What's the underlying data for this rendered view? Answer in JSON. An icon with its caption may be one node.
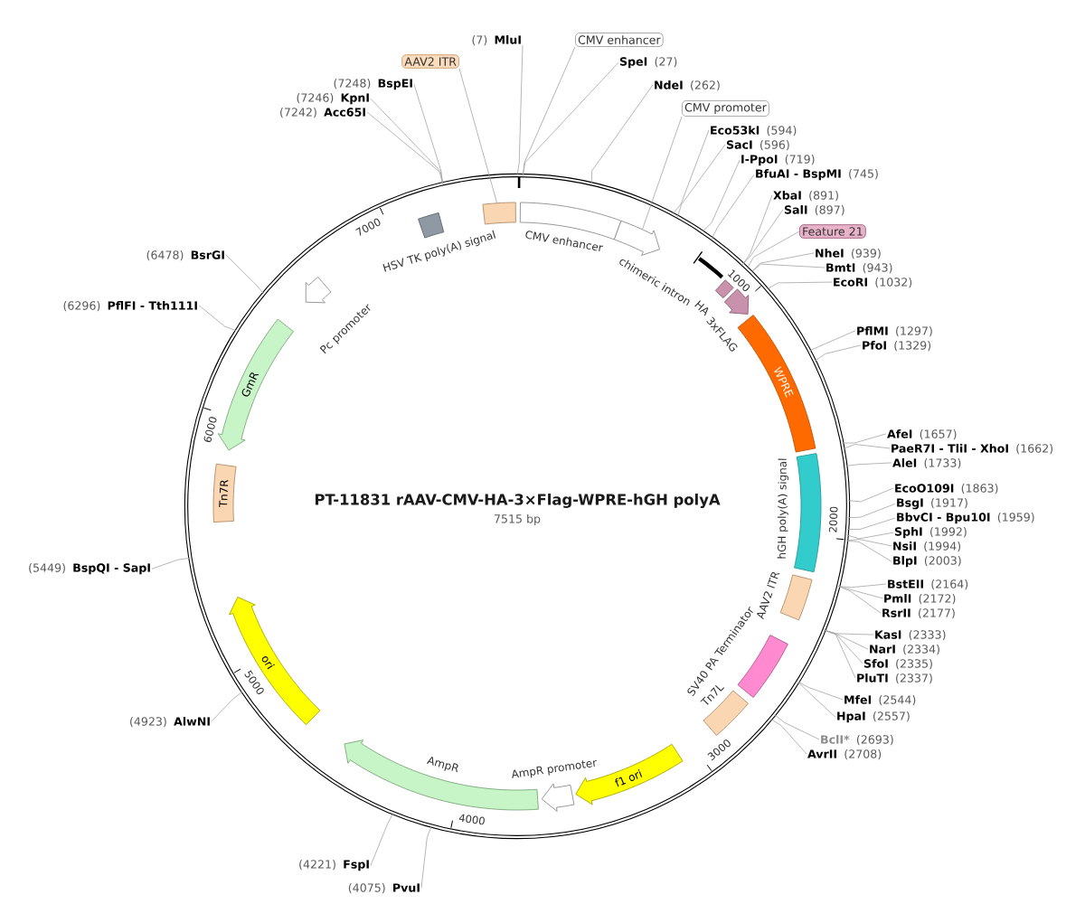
{
  "diagram": {
    "nodes": [
      {
        "text": [
          "PT-11831 rAAV-CMV-HA-3×Flag-WPRE-hGH polyA",
          "7515 bp"
        ]
      },
      {
        "text": [],
        "shape": "box",
        "in": 0
      },
      {
        "text": [
          "CMV enhancer"
        ],
        "in": 0
      },
      {
        "text": [],
        "shape": "arrow",
        "in": 0
      },
      {
        "text": [
          "chimeric intron"
        ],
        "in": 0
      },
      {
        "text": [
          "HA"
        ],
        "in": 0
      },
      {
        "text": [
          "3xFLAG"
        ],
        "in": 0
      },
      {
        "text": [
          "WPRE"
        ],
        "in": 0
      },
      {
        "text": [
          "hGH poly(A) signal"
        ],
        "in": 0
      },
      {
        "text": [
          "AAV2 ITR"
        ],
        "in": 0
      },
      {
        "text": [
          "SV40 PA Terminator"
        ],
        "in": 0
      },
      {
        "text": [
          "Tn7L"
        ],
        "in": 0
      },
      {
        "text": [
          "f1 ori"
        ],
        "in": 0
      },
      {
        "text": [
          "AmpR promoter"
        ],
        "in": 0
      },
      {
        "text": [
          "AmpR"
        ],
        "in": 0
      },
      {
        "text": [
          "ori"
        ],
        "in": 0
      },
      {
        "text": [
          "Tn7R"
        ],
        "in": 0
      },
      {
        "text": [
          "GmR"
        ],
        "in": 0
      },
      {
        "text": [
          "Pc promoter"
        ],
        "in": 0
      },
      {
        "text": [
          "HSV TK poly(A) signal"
        ],
        "in": 0
      },
      {
        "text": [
          "MluI"
        ],
        "beside": [
          "(7)"
        ]
      },
      {
        "text": [
          "CMV enhancer"
        ]
      },
      {
        "text": [
          "SpeI"
        ],
        "beside": [
          "(27)"
        ]
      },
      {
        "text": [
          "NdeI"
        ],
        "beside": [
          "(262)"
        ]
      },
      {
        "text": [
          "CMV promoter"
        ]
      },
      {
        "text": [
          "Eco53kI"
        ],
        "beside": [
          "(594)"
        ]
      },
      {
        "text": [
          "SacI"
        ],
        "beside": [
          "(596)"
        ]
      },
      {
        "text": [
          "I-PpoI"
        ],
        "beside": [
          "(719)"
        ]
      },
      {
        "text": [
          "BfuAI - BspMI"
        ],
        "beside": [
          "(745)"
        ]
      },
      {
        "text": [
          "XbaI"
        ],
        "beside": [
          "(891)"
        ]
      },
      {
        "text": [
          "SalI"
        ],
        "beside": [
          "(897)"
        ]
      },
      {
        "text": [
          "Feature 21"
        ]
      },
      {
        "text": [
          "NheI"
        ],
        "beside": [
          "(939)"
        ]
      },
      {
        "text": [
          "BmtI"
        ],
        "beside": [
          "(943)"
        ]
      },
      {
        "text": [
          "EcoRI"
        ],
        "beside": [
          "(1032)"
        ]
      },
      {
        "text": [
          "PflMI"
        ],
        "beside": [
          "(1297)"
        ]
      },
      {
        "text": [
          "PfoI"
        ],
        "beside": [
          "(1329)"
        ]
      },
      {
        "text": [
          "AfeI"
        ],
        "beside": [
          "(1657)"
        ]
      },
      {
        "text": [
          "PaeR7I - TliI - XhoI"
        ],
        "beside": [
          "(1662)"
        ]
      },
      {
        "text": [
          "AleI"
        ],
        "beside": [
          "(1733)"
        ]
      },
      {
        "text": [
          "EcoO109I"
        ],
        "beside": [
          "(1863)"
        ]
      },
      {
        "text": [
          "BsgI"
        ],
        "beside": [
          "(1917)"
        ]
      },
      {
        "text": [
          "BbvCI - Bpu10I"
        ],
        "beside": [
          "(1959)"
        ]
      },
      {
        "text": [
          "SphI"
        ],
        "beside": [
          "(1992)"
        ]
      },
      {
        "text": [
          "NsiI"
        ],
        "beside": [
          "(1994)"
        ]
      },
      {
        "text": [
          "BlpI"
        ],
        "beside": [
          "(2003)"
        ]
      },
      {
        "text": [
          "BstEII"
        ],
        "beside": [
          "(2164)"
        ]
      },
      {
        "text": [
          "PmlI"
        ],
        "beside": [
          "(2172)"
        ]
      },
      {
        "text": [
          "RsrII"
        ],
        "beside": [
          "(2177)"
        ]
      },
      {
        "text": [
          "KasI"
        ],
        "beside": [
          "(2333)"
        ]
      },
      {
        "text": [
          "NarI"
        ],
        "beside": [
          "(2334)"
        ]
      },
      {
        "text": [
          "SfoI"
        ],
        "beside": [
          "(2335)"
        ]
      },
      {
        "text": [
          "PluTI"
        ],
        "beside": [
          "(2337)"
        ]
      },
      {
        "text": [
          "MfeI"
        ],
        "beside": [
          "(2544)"
        ]
      },
      {
        "text": [
          "HpaI"
        ],
        "beside": [
          "(2557)"
        ]
      },
      {
        "text": [
          "BclI*"
        ],
        "beside": [
          "(2693)"
        ]
      },
      {
        "text": [
          "AvrII"
        ],
        "beside": [
          "(2708)"
        ]
      },
      {
        "text": [
          "PvuI"
        ],
        "beside": [
          "(4075)"
        ]
      },
      {
        "text": [
          "FspI"
        ],
        "beside": [
          "(4221)"
        ]
      },
      {
        "text": [
          "AlwNI"
        ],
        "beside": [
          "(4923)"
        ]
      },
      {
        "text": [
          "BspQI - SapI"
        ],
        "beside": [
          "(5449)"
        ]
      },
      {
        "text": [
          "PflFI - Tth111I"
        ],
        "beside": [
          "(6296)"
        ]
      },
      {
        "text": [
          "BsrGI"
        ],
        "beside": [
          "(6478)"
        ]
      },
      {
        "text": [
          "Acc65I"
        ],
        "beside": [
          "(7242)"
        ]
      },
      {
        "text": [
          "KpnI"
        ],
        "beside": [
          "(7246)"
        ]
      },
      {
        "text": [
          "BspEI"
        ],
        "beside": [
          "(7248)"
        ]
      },
      {
        "text": [
          "AAV2 ITR"
        ]
      }
    ],
    "edges": [
      {
        "from": 20,
        "to": 0,
        "arrow": "none"
      },
      {
        "from": 21,
        "to": 0,
        "arrow": "none"
      },
      {
        "from": 22,
        "to": 0,
        "arrow": "none"
      },
      {
        "from": 23,
        "to": 0,
        "arrow": "none"
      },
      {
        "from": 24,
        "to": 3,
        "arrow": "none"
      },
      {
        "from": 25,
        "to": 0,
        "arrow": "none"
      },
      {
        "from": 26,
        "to": 0,
        "arrow": "none"
      },
      {
        "from": 27,
        "to": 0,
        "arrow": "none"
      },
      {
        "from": 28,
        "to": 0,
        "arrow": "none"
      },
      {
        "from": 29,
        "to": 0,
        "arrow": "none"
      },
      {
        "from": 30,
        "to": 0,
        "arrow": "none"
      },
      {
        "from": 31,
        "to": 0,
        "arrow": "none"
      },
      {
        "from": 32,
        "to": 0,
        "arrow": "none"
      },
      {
        "from": 33,
        "to": 0,
        "arrow": "none"
      },
      {
        "from": 34,
        "to": 0,
        "arrow": "none"
      },
      {
        "from": 35,
        "to": 0,
        "arrow": "none"
      },
      {
        "from": 36,
        "to": 0,
        "arrow": "none"
      },
      {
        "from": 37,
        "to": 0,
        "arrow": "none"
      },
      {
        "from": 38,
        "to": 0,
        "arrow": "none"
      },
      {
        "from": 39,
        "to": 0,
        "arrow": "none"
      },
      {
        "from": 40,
        "to": 0,
        "arrow": "none"
      },
      {
        "from": 41,
        "to": 0,
        "arrow": "none"
      },
      {
        "from": 42,
        "to": 0,
        "arrow": "none"
      },
      {
        "from": 43,
        "to": 0,
        "arrow": "none"
      },
      {
        "from": 44,
        "to": 0,
        "arrow": "none"
      },
      {
        "from": 45,
        "to": 0,
        "arrow": "none"
      },
      {
        "from": 46,
        "to": 0,
        "arrow": "none"
      },
      {
        "from": 47,
        "to": 0,
        "arrow": "none"
      },
      {
        "from": 48,
        "to": 0,
        "arrow": "none"
      },
      {
        "from": 49,
        "to": 0,
        "arrow": "none"
      },
      {
        "from": 50,
        "to": 0,
        "arrow": "none"
      },
      {
        "from": 51,
        "to": 0,
        "arrow": "none"
      },
      {
        "from": 52,
        "to": 0,
        "arrow": "none"
      },
      {
        "from": 53,
        "to": 0,
        "arrow": "none"
      },
      {
        "from": 54,
        "to": 0,
        "arrow": "none"
      },
      {
        "from": 55,
        "to": 0,
        "arrow": "none"
      },
      {
        "from": 56,
        "to": 0,
        "arrow": "none"
      },
      {
        "from": 57,
        "to": 0,
        "arrow": "none"
      },
      {
        "from": 58,
        "to": 0,
        "arrow": "none"
      },
      {
        "from": 59,
        "to": 0,
        "arrow": "none"
      },
      {
        "from": 60,
        "to": 0,
        "arrow": "none"
      },
      {
        "from": 61,
        "to": 0,
        "arrow": "none"
      },
      {
        "from": 62,
        "to": 0,
        "arrow": "none"
      },
      {
        "from": 63,
        "to": 0,
        "arrow": "none"
      },
      {
        "from": 64,
        "to": 0,
        "arrow": "none"
      },
      {
        "from": 65,
        "to": 0,
        "arrow": "none"
      },
      {
        "from": 66,
        "to": 1,
        "arrow": "none"
      }
    ],
    "labels": [
      "1000",
      "2000",
      "3000",
      "4000",
      "5000",
      "6000",
      "7000"
    ]
  }
}
